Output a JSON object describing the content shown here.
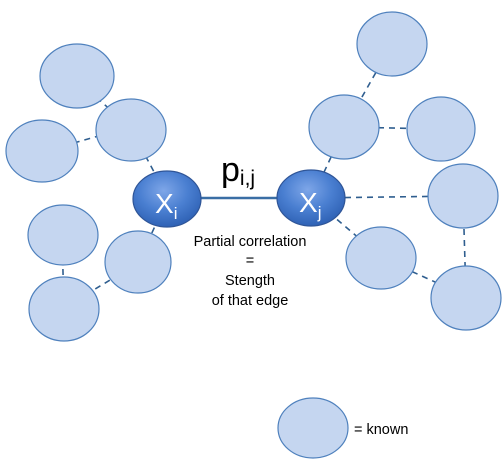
{
  "edge_label": {
    "main": "p",
    "sub": "i,j"
  },
  "nodes": {
    "xi": {
      "main": "X",
      "sub": "i"
    },
    "xj": {
      "main": "X",
      "sub": "j"
    }
  },
  "caption": {
    "line1": "Partial correlation",
    "line2": "=",
    "line3": "Stength",
    "line4": "of that edge"
  },
  "legend": {
    "text": "= known"
  },
  "colors": {
    "known_fill": "#c5d6f0",
    "known_stroke": "#4f81bd",
    "main_fill": "#4a7fd1",
    "edge": "#2f5e8f"
  }
}
